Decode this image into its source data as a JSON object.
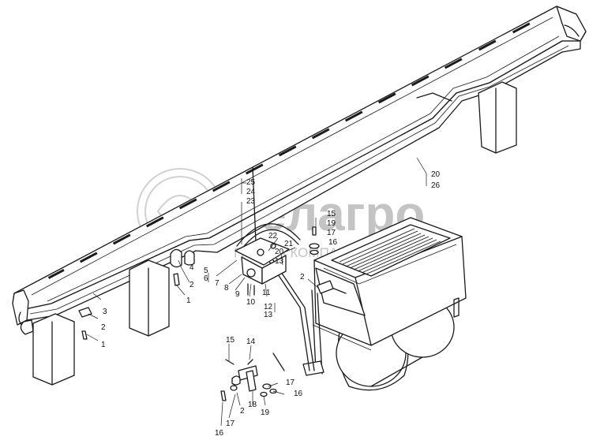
{
  "watermark": {
    "brand": "белагро",
    "subtitle": "ГРУППА КОМПАНИЙ"
  },
  "callouts": [
    {
      "id": "c25",
      "text": "25"
    },
    {
      "id": "c24",
      "text": "24"
    },
    {
      "id": "c23",
      "text": "23"
    },
    {
      "id": "c5",
      "text": "5"
    },
    {
      "id": "c6",
      "text": "6"
    },
    {
      "id": "c7",
      "text": "7"
    },
    {
      "id": "c8",
      "text": "8"
    },
    {
      "id": "c9",
      "text": "9"
    },
    {
      "id": "c10",
      "text": "10"
    },
    {
      "id": "c11",
      "text": "11"
    },
    {
      "id": "c12",
      "text": "12"
    },
    {
      "id": "c13a",
      "text": "13"
    },
    {
      "id": "c13b",
      "text": "13"
    },
    {
      "id": "c20a",
      "text": "20"
    },
    {
      "id": "c20b",
      "text": "20"
    },
    {
      "id": "c21",
      "text": "21"
    },
    {
      "id": "c22",
      "text": "22"
    },
    {
      "id": "c26",
      "text": "26"
    },
    {
      "id": "c15a",
      "text": "15"
    },
    {
      "id": "c19a",
      "text": "19"
    },
    {
      "id": "c17a",
      "text": "17"
    },
    {
      "id": "c16a",
      "text": "16"
    },
    {
      "id": "c2a",
      "text": "2"
    },
    {
      "id": "c2b",
      "text": "2"
    },
    {
      "id": "c2c",
      "text": "2"
    },
    {
      "id": "c2d",
      "text": "2"
    },
    {
      "id": "c4",
      "text": "4"
    },
    {
      "id": "c1a",
      "text": "1"
    },
    {
      "id": "c1b",
      "text": "1"
    },
    {
      "id": "c3",
      "text": "3"
    },
    {
      "id": "c15b",
      "text": "15"
    },
    {
      "id": "c14",
      "text": "14"
    },
    {
      "id": "c18",
      "text": "18"
    },
    {
      "id": "c17b",
      "text": "17"
    },
    {
      "id": "c17c",
      "text": "17"
    },
    {
      "id": "c16b",
      "text": "16"
    },
    {
      "id": "c16c",
      "text": "16"
    },
    {
      "id": "c19b",
      "text": "19"
    }
  ]
}
